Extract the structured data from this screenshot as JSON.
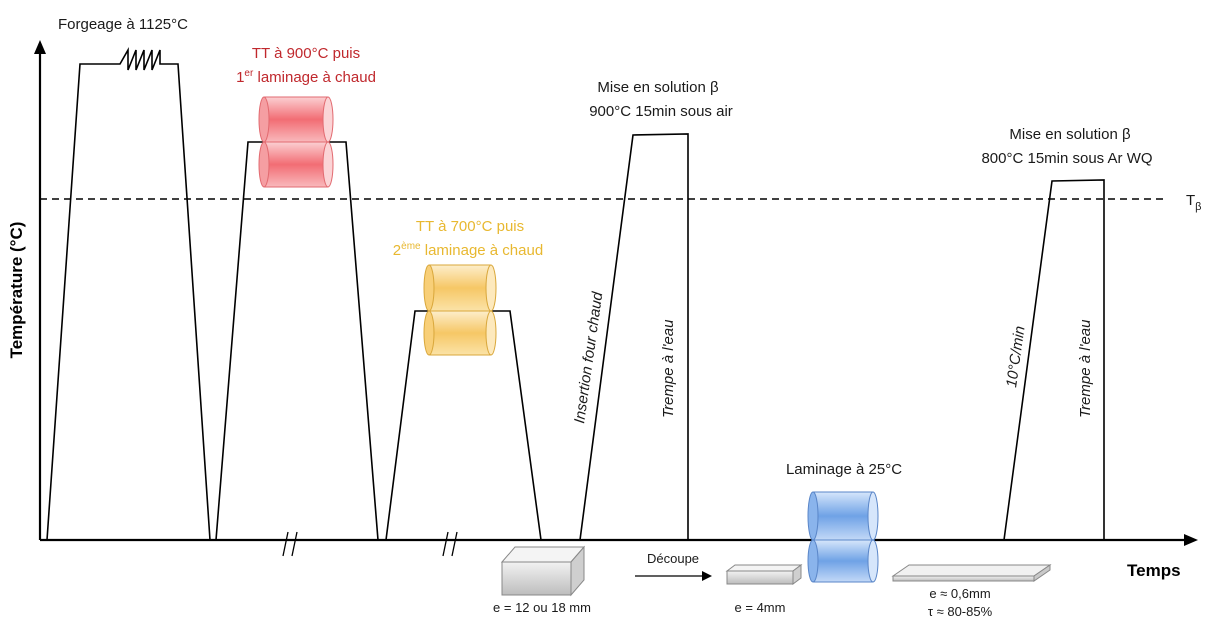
{
  "axes": {
    "y_label": "Température (°C)",
    "x_label": "Temps",
    "t_beta_label": "T",
    "t_beta_sub": "β"
  },
  "steps": {
    "forging": "Forgeage à 1125°C",
    "tt1_line1": "TT à 900°C puis",
    "tt1_line2_sup": "er",
    "tt1_line2_pre": "1",
    "tt1_line2_rest": " laminage à chaud",
    "tt2_line1": "TT à 700°C puis",
    "tt2_line2_pre": "2",
    "tt2_line2_sup": "ème",
    "tt2_line2_rest": " laminage à chaud",
    "sol1_line1": "Mise en solution β",
    "sol1_line2": "900°C 15min sous air",
    "sol2_line1": "Mise en solution β",
    "sol2_line2": "800°C 15min sous Ar WQ",
    "cold_rolling": "Laminage à 25°C"
  },
  "annotations": {
    "insertion": "Insertion four chaud",
    "quench1": "Trempe à l'eau",
    "rate": "10°C/min",
    "quench2": "Trempe à l'eau",
    "cut": "Découpe"
  },
  "samples": {
    "thick": "e = 12 ou 18 mm",
    "mid": "e = 4mm",
    "thin_e": "e ≈ 0,6mm",
    "thin_tau": "τ ≈ 80-85%"
  },
  "colors": {
    "red_text": "#c0282d",
    "gold_text": "#e8b830",
    "roll_red": "#f48a8f",
    "roll_gold": "#f8d07a",
    "roll_blue": "#8ab4ec"
  }
}
